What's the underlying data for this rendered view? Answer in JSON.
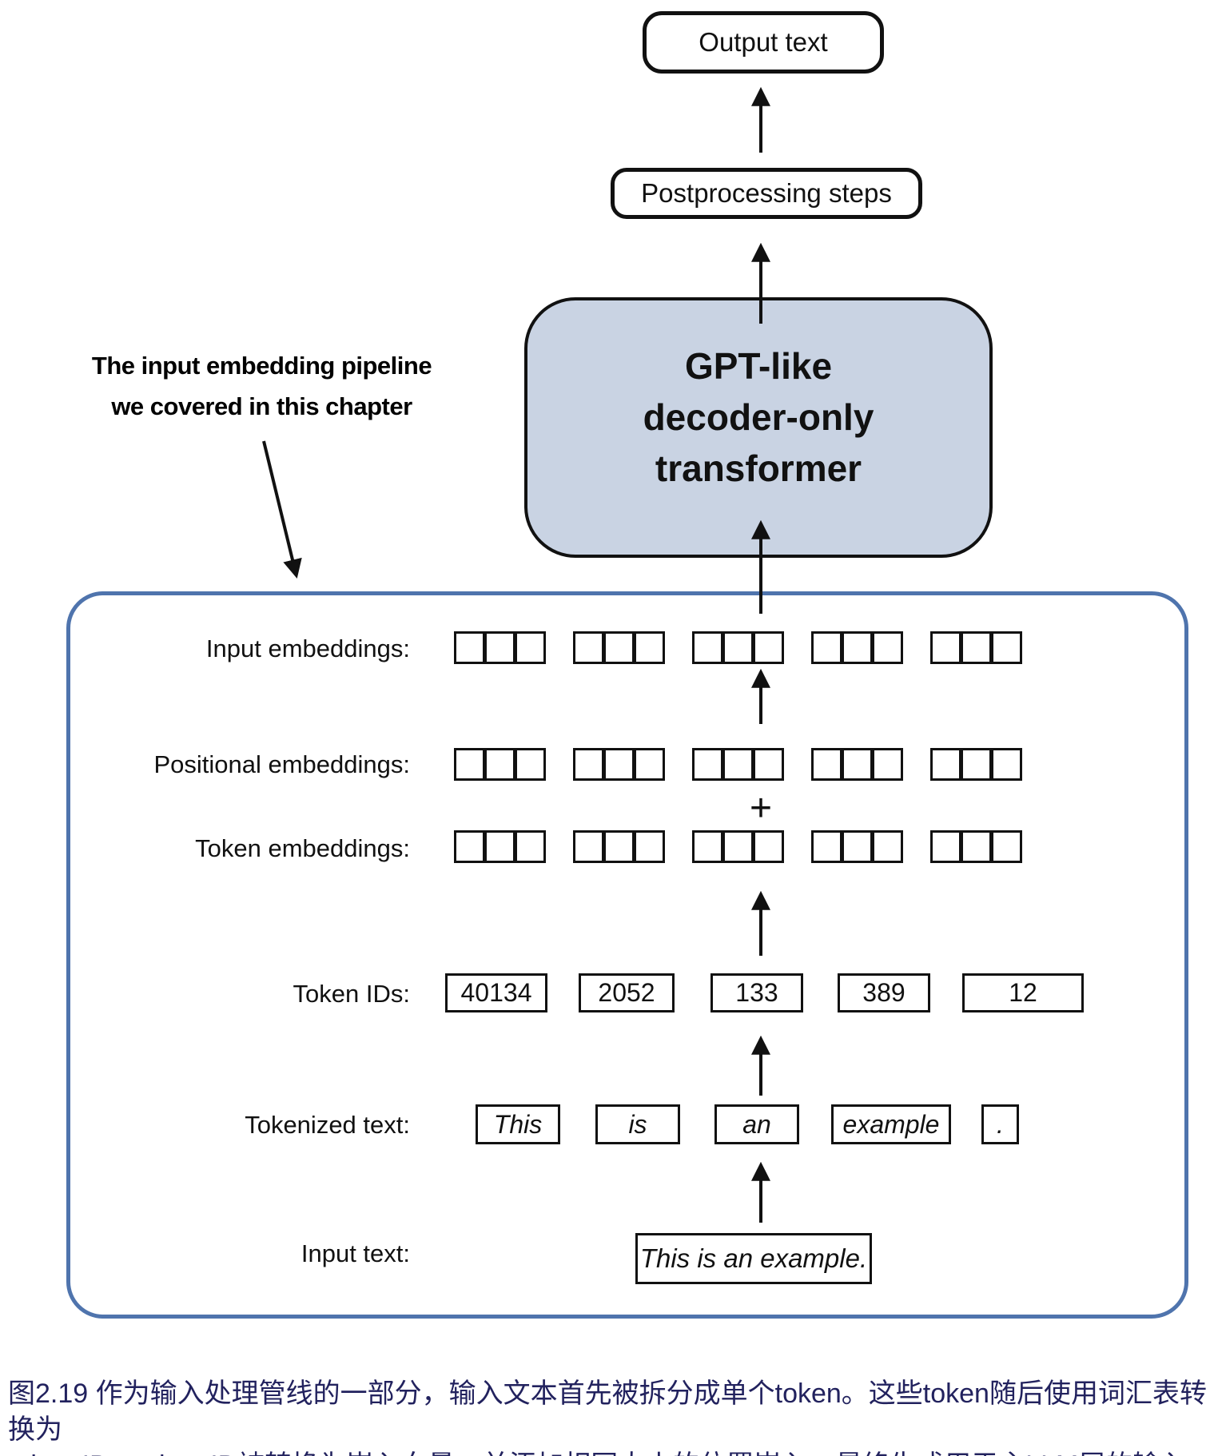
{
  "colors": {
    "container_border": "#4f74ad",
    "gpt_fill": "#c9d3e3",
    "diagram_ink": "#111111",
    "caption_text": "#22225e"
  },
  "diagram": {
    "output_box": "Output text",
    "postprocessing_box": "Postprocessing steps",
    "gpt_box": {
      "lines": [
        "GPT-like",
        "decoder-only",
        "transformer"
      ]
    },
    "annotation": {
      "lines": [
        "The input embedding pipeline",
        "we covered in this chapter"
      ]
    },
    "plus_sign": "+",
    "rows": {
      "input_embeddings": {
        "label": "Input embeddings:",
        "groups": 5,
        "cells_per_group": 3
      },
      "positional_embeddings": {
        "label": "Positional embeddings:",
        "groups": 5,
        "cells_per_group": 3
      },
      "token_embeddings": {
        "label": "Token embeddings:",
        "groups": 5,
        "cells_per_group": 3
      },
      "token_ids": {
        "label": "Token IDs:",
        "values": [
          "40134",
          "2052",
          "133",
          "389",
          "12"
        ]
      },
      "tokenized_text": {
        "label": "Tokenized text:",
        "tokens": [
          "This",
          "is",
          "an",
          "example",
          "."
        ]
      },
      "input_text": {
        "label": "Input text:",
        "value": "This is an example."
      }
    }
  },
  "caption": {
    "lines": [
      "图2.19 作为输入处理管线的一部分，输入文本首先被拆分成单个token。这些token随后使用词汇表转换为",
      "token ID。token ID被转换为嵌入向量，并添加相同大小的位置嵌入，最终生成用于主LLM层的输入嵌入。"
    ]
  }
}
